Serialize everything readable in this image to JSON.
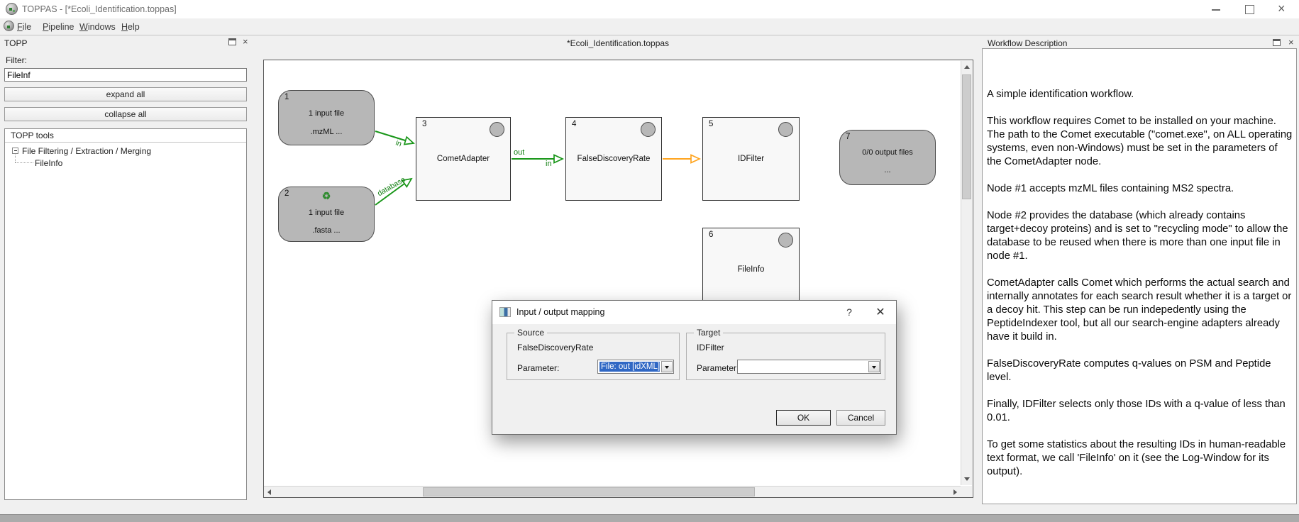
{
  "window": {
    "title": "TOPPAS - [*Ecoli_Identification.toppas]"
  },
  "menu": {
    "items": [
      {
        "label": "File"
      },
      {
        "label": "Pipeline"
      },
      {
        "label": "Windows"
      },
      {
        "label": "Help"
      }
    ]
  },
  "left_panel": {
    "title": "TOPP",
    "filter_label": "Filter:",
    "filter_value": "FileInf",
    "expand_all_label": "expand all",
    "collapse_all_label": "collapse all",
    "tree_header": "TOPP tools",
    "tree_group": "File Filtering / Extraction / Merging",
    "tree_child": "FileInfo"
  },
  "canvas": {
    "tab_title": "*Ecoli_Identification.toppas",
    "nodes": [
      {
        "id": "1",
        "line1": "1 input file",
        "line2": ".mzML ..."
      },
      {
        "id": "2",
        "line1": "1 input file",
        "line2": ".fasta ...",
        "recycle_icon": "♻"
      },
      {
        "id": "3",
        "label": "CometAdapter"
      },
      {
        "id": "4",
        "label": "FalseDiscoveryRate"
      },
      {
        "id": "5",
        "label": "IDFilter"
      },
      {
        "id": "6",
        "label": "FileInfo"
      },
      {
        "id": "7",
        "line1": "0/0 output files",
        "line2": "..."
      }
    ],
    "edge_labels": {
      "input_to_comet": "in",
      "database_to_comet": "database",
      "comet_out": "out",
      "fdr_in": "in"
    }
  },
  "dialog": {
    "title": "Input / output mapping",
    "help_label": "?",
    "close_label": "✕",
    "source": {
      "group_label": "Source",
      "node_label": "FalseDiscoveryRate",
      "param_label": "Parameter:",
      "value": "File: out [idXML]"
    },
    "target": {
      "group_label": "Target",
      "node_label": "IDFilter",
      "param_label": "Parameter:",
      "value": ""
    },
    "ok_label": "OK",
    "cancel_label": "Cancel"
  },
  "right_panel": {
    "title": "Workflow Description",
    "paragraphs": [
      "A simple identification workflow.",
      "This workflow requires Comet to be installed on your machine. The path to the Comet executable (\"comet.exe\", on ALL operating systems, even non-Windows) must be set in the parameters of the CometAdapter node.",
      "Node #1 accepts mzML files containing MS2 spectra.",
      "Node #2 provides the database (which already contains target+decoy proteins) and is set to \"recycling mode\" to allow the database to be reused when there is more than one input file in node #1.",
      "CometAdapter calls Comet which performs the actual search and internally annotates for each search result whether it is a target or a decoy hit. This step can be run indepedently using the PeptideIndexer tool, but all our search-engine adapters already have it build in.",
      "FalseDiscoveryRate computes q-values on PSM and Peptide level.",
      "Finally, IDFilter selects only those IDs with a q-value of less than 0.01.",
      "To get some statistics about the resulting IDs in human-readable text format, we call 'FileInfo' on it (see the Log-Window for its output)."
    ]
  },
  "colors": {
    "edge_green": "#189618",
    "edge_orange": "#ffa41e",
    "selection_blue": "#2f67c4",
    "io_node_fill": "#b7b7b7",
    "tool_node_fill": "#f8f8f8",
    "status_circle_fill": "#b8b8b8"
  }
}
